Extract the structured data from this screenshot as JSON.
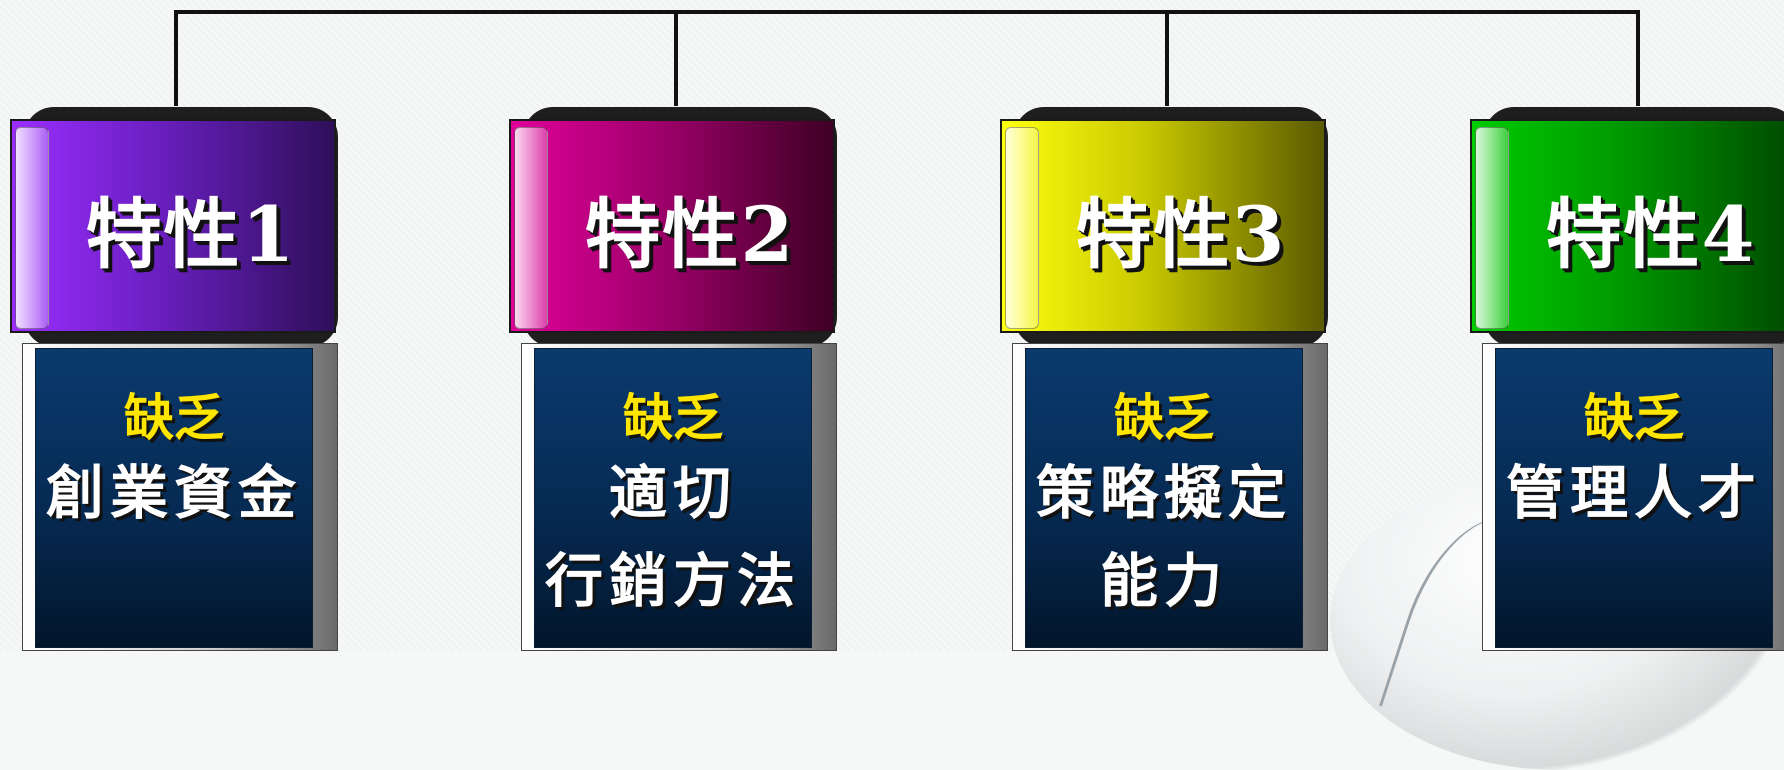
{
  "cards": [
    {
      "title": "特性1",
      "lack": "缺乏",
      "lines": [
        "創業資金",
        ""
      ],
      "color": "#9b2dff"
    },
    {
      "title": "特性2",
      "lack": "缺乏",
      "lines": [
        "適切",
        "行銷方法"
      ],
      "color": "#e0009a"
    },
    {
      "title": "特性3",
      "lack": "缺乏",
      "lines": [
        "策略擬定",
        "能力"
      ],
      "color": "#ffff10"
    },
    {
      "title": "特性4",
      "lack": "缺乏",
      "lines": [
        "管理人才",
        ""
      ],
      "color": "#00cc00"
    }
  ]
}
